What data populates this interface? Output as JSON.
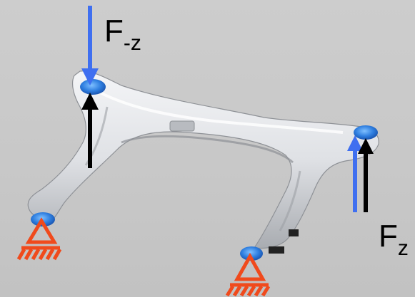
{
  "labels": {
    "force_neg_z": {
      "base": "F",
      "sub": "-z"
    },
    "force_z": {
      "base": "F",
      "sub": "z"
    }
  },
  "icons": [
    "support-triangle-icon",
    "ground-hatch-icon",
    "force-arrow-icon",
    "load-point-icon"
  ],
  "colors": {
    "background": "#c8c8c8",
    "part_body": "#e4e6ea",
    "part_shadow": "#9a9ca0",
    "load_point": "#2f7fe0",
    "force_arrow_blue": "#3f6ff0",
    "reaction_arrow": "#000000",
    "support": "#f04a1c"
  }
}
